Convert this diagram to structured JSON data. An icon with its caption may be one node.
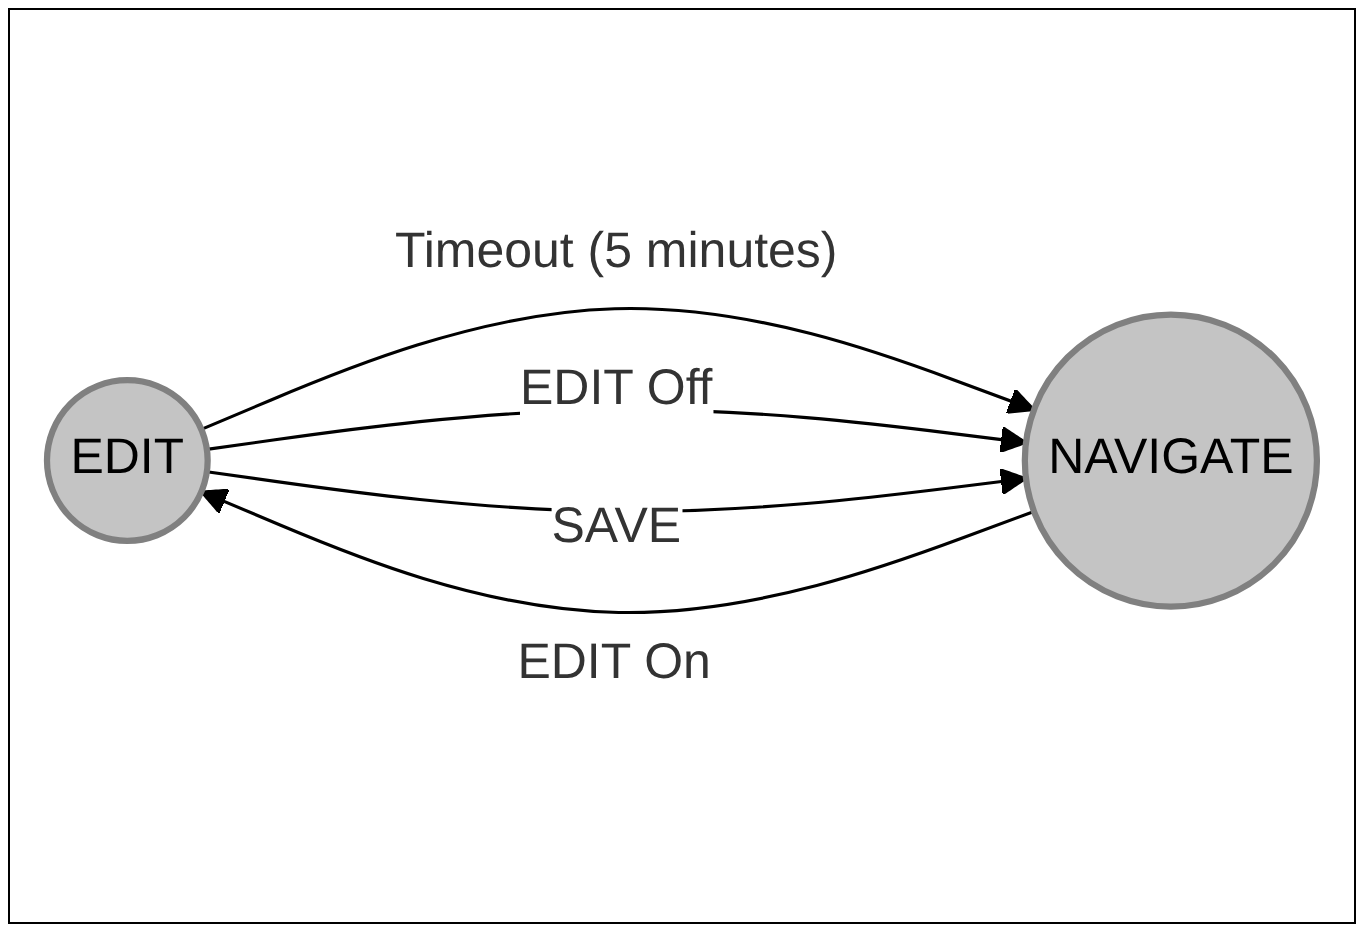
{
  "diagram": {
    "nodes": [
      {
        "text": [
          "EDIT"
        ]
      },
      {
        "text": [
          "NAVIGATE"
        ]
      }
    ],
    "edges": [
      {
        "from": 0,
        "to": 1,
        "arrow": "to",
        "label": "Timeout (5 minutes)"
      },
      {
        "from": 0,
        "to": 1,
        "arrow": "to",
        "label": "EDIT Off"
      },
      {
        "from": 0,
        "to": 1,
        "arrow": "to",
        "label": "SAVE"
      },
      {
        "from": 1,
        "to": 0,
        "arrow": "to",
        "label": "EDIT On"
      }
    ]
  }
}
